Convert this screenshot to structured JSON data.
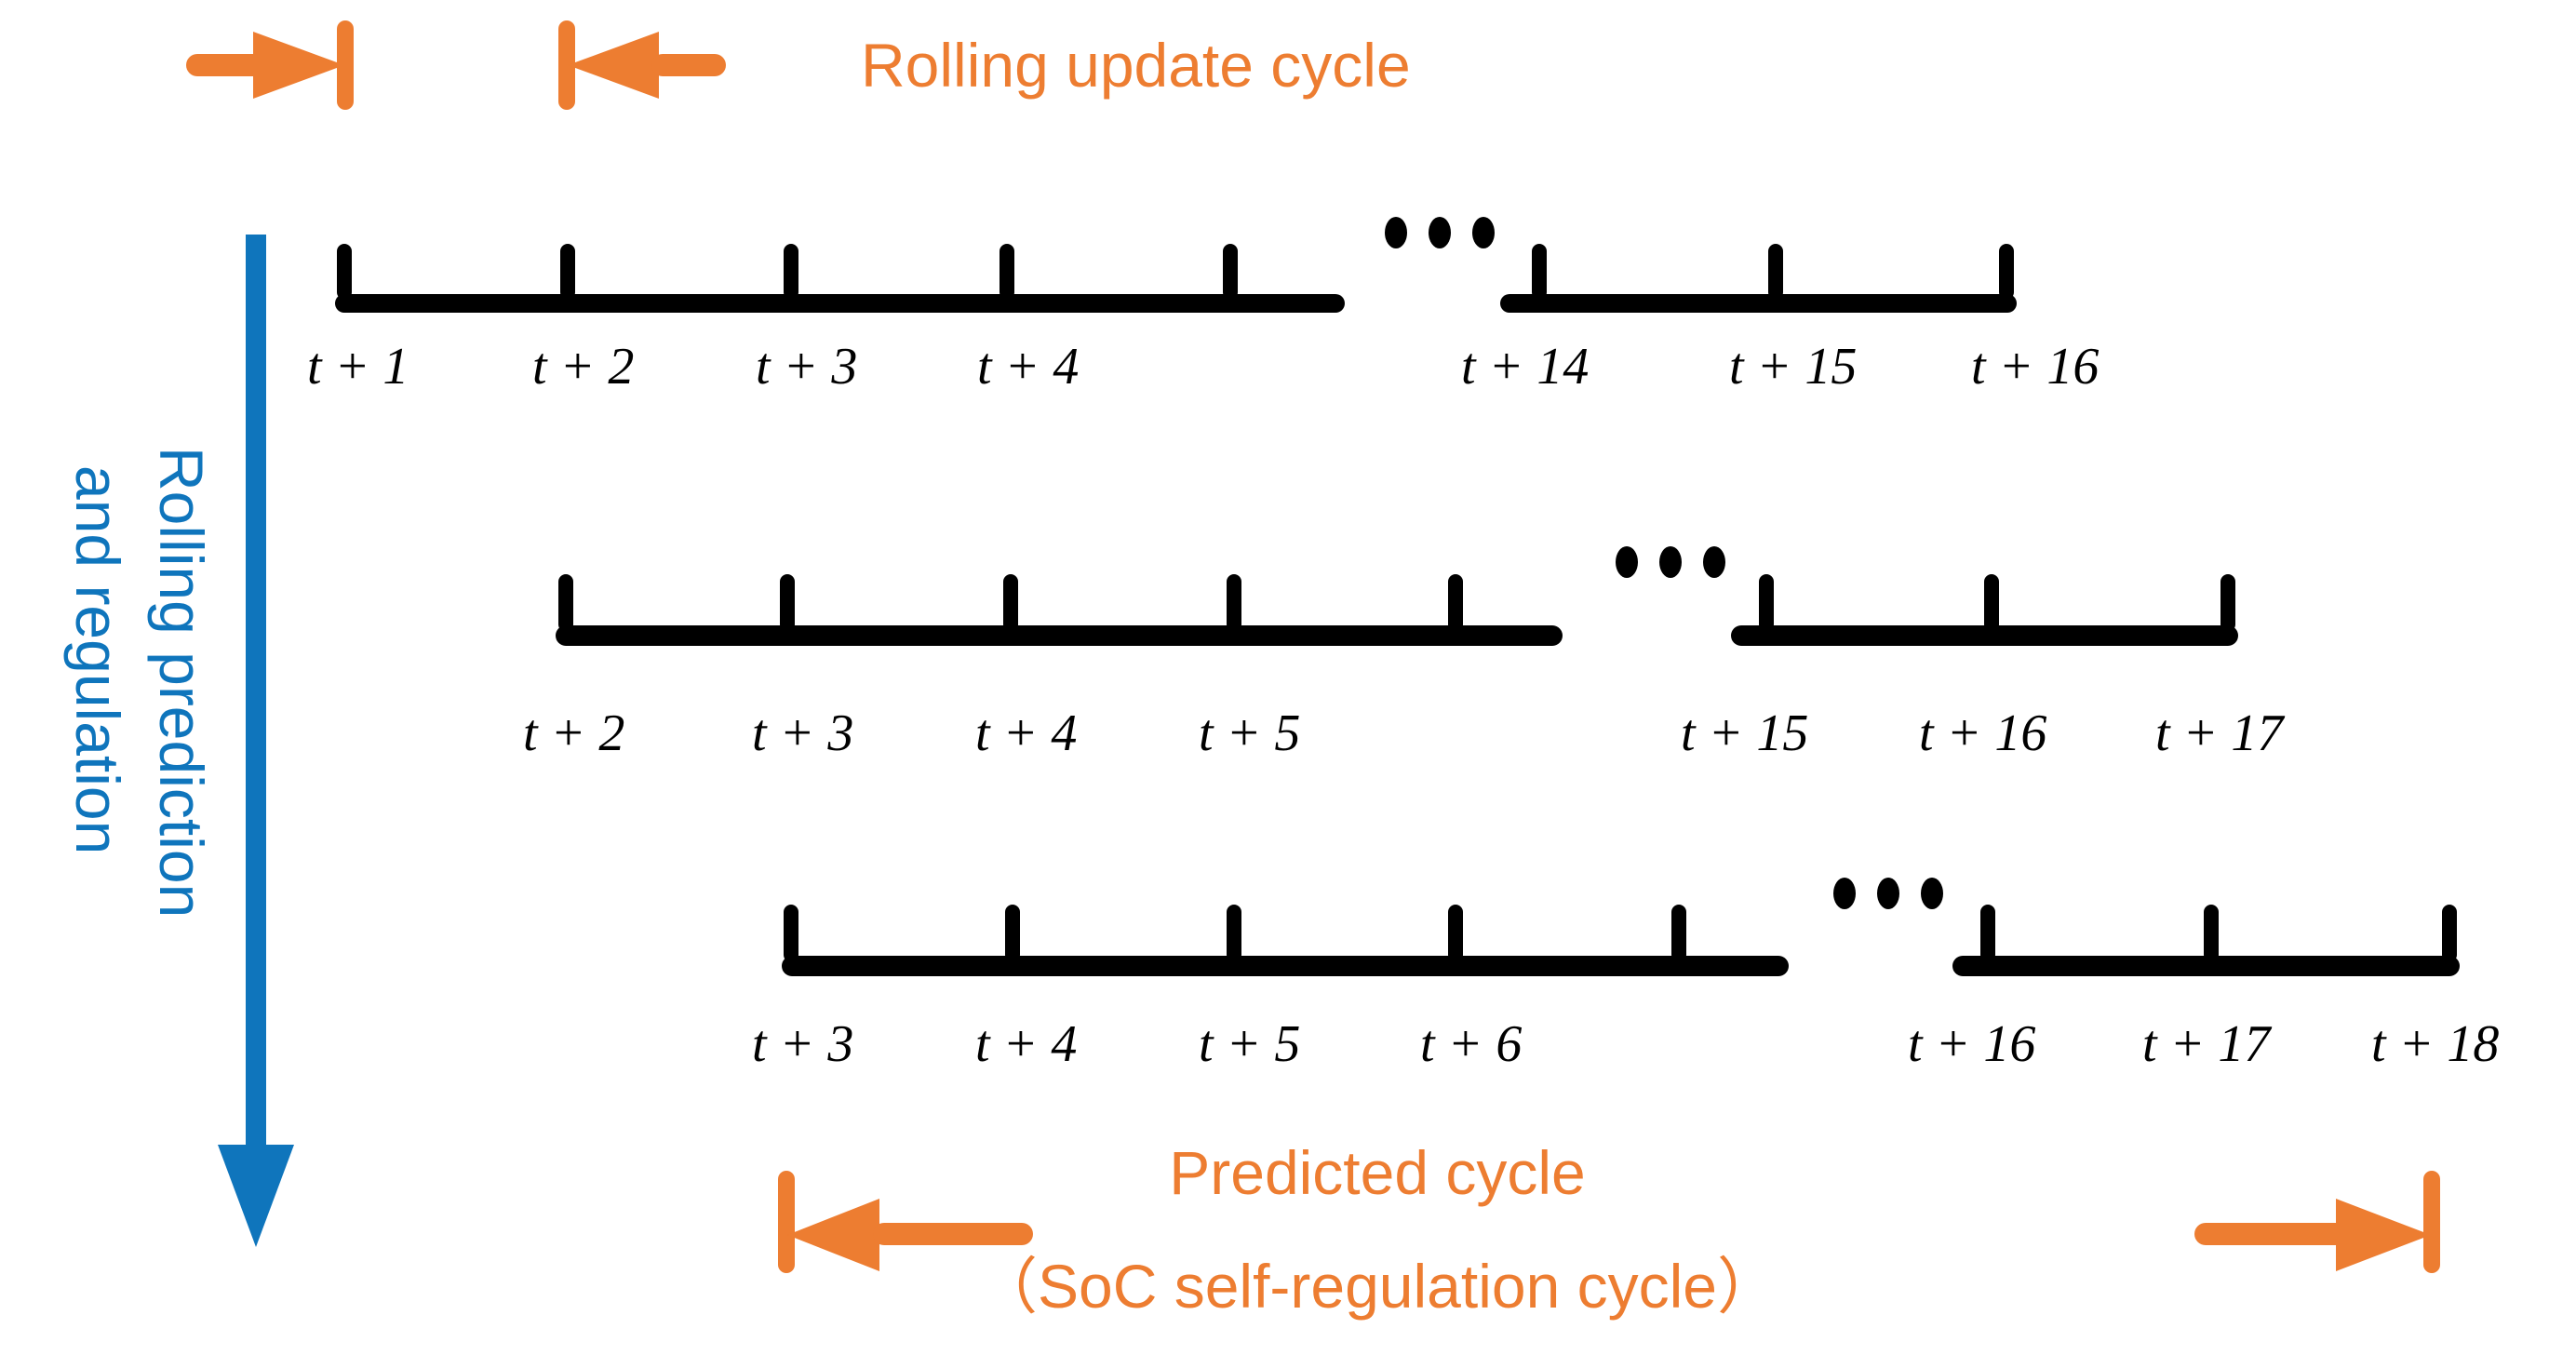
{
  "colors": {
    "accent_orange": "#ED7D31",
    "accent_blue": "#0F75BC",
    "timeline_black": "#000000",
    "background": "#FFFFFF"
  },
  "top": {
    "rolling_update_cycle_label": "Rolling update cycle",
    "left_marker_icon": "arrow-right-to-bar-icon",
    "right_marker_icon": "bar-to-arrow-left-icon"
  },
  "left_axis": {
    "label_line1": "Rolling prediction",
    "label_line2": "and regulation",
    "arrow_icon": "down-arrow-icon"
  },
  "bottom": {
    "predicted_cycle_label": "Predicted cycle",
    "predicted_cycle_sublabel": "（SoC self-regulation cycle）",
    "left_arrow_icon": "bar-to-arrow-left-icon",
    "right_arrow_icon": "arrow-right-to-bar-icon"
  },
  "timelines": [
    {
      "name": "timeline-row-1",
      "ellipsis": "...",
      "left_ticks": [
        "t + 1",
        "t + 2",
        "t + 3",
        "t + 4",
        ""
      ],
      "right_ticks": [
        "t + 14",
        "t + 15",
        "t + 16"
      ]
    },
    {
      "name": "timeline-row-2",
      "ellipsis": "...",
      "left_ticks": [
        "t + 2",
        "t + 3",
        "t + 4",
        "t + 5",
        ""
      ],
      "right_ticks": [
        "t + 15",
        "t + 16",
        "t + 17"
      ]
    },
    {
      "name": "timeline-row-3",
      "ellipsis": "...",
      "left_ticks": [
        "t + 3",
        "t + 4",
        "t + 5",
        "t + 6",
        ""
      ],
      "right_ticks": [
        "t + 16",
        "t + 17",
        "t + 18"
      ]
    }
  ],
  "chart_data": {
    "type": "diagram",
    "title": "Rolling prediction and regulation timeline",
    "rows": [
      {
        "row": 1,
        "segment_a": [
          "t + 1",
          "t + 2",
          "t + 3",
          "t + 4"
        ],
        "gap": "...",
        "segment_b": [
          "t + 14",
          "t + 15",
          "t + 16"
        ]
      },
      {
        "row": 2,
        "segment_a": [
          "t + 2",
          "t + 3",
          "t + 4",
          "t + 5"
        ],
        "gap": "...",
        "segment_b": [
          "t + 15",
          "t + 16",
          "t + 17"
        ]
      },
      {
        "row": 3,
        "segment_a": [
          "t + 3",
          "t + 4",
          "t + 5",
          "t + 6"
        ],
        "gap": "...",
        "segment_b": [
          "t + 16",
          "t + 17",
          "t + 18"
        ]
      }
    ],
    "annotations": [
      "Rolling update cycle",
      "Rolling prediction and regulation",
      "Predicted cycle",
      "（SoC self-regulation cycle）"
    ]
  }
}
